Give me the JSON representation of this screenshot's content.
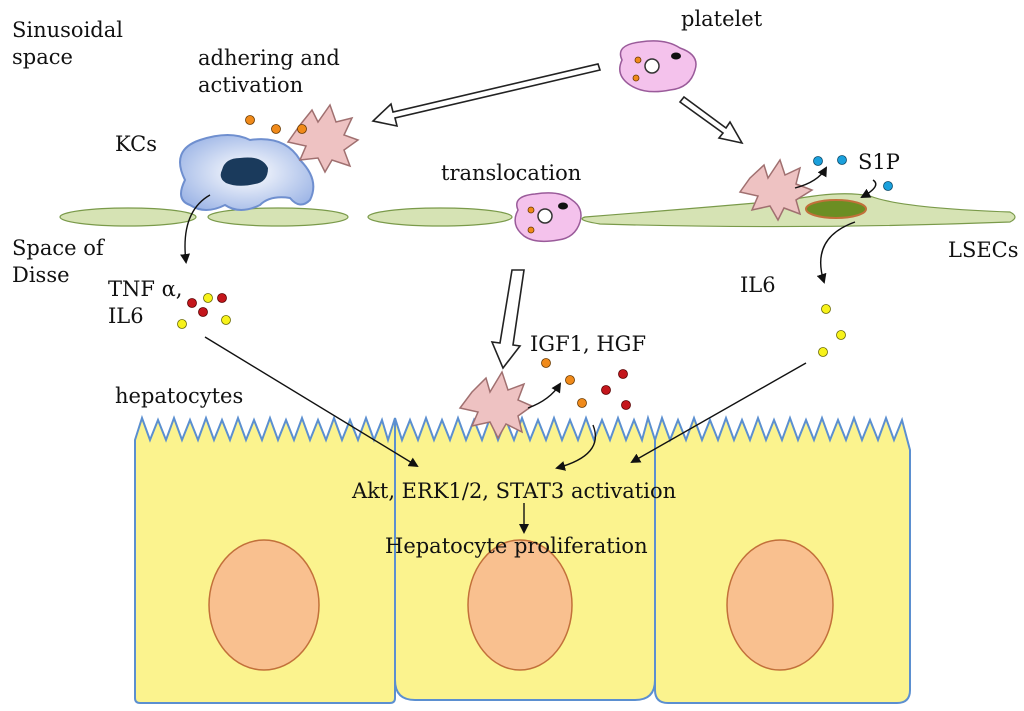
{
  "labels": {
    "sinusoidal_space": "Sinusoidal\nspace",
    "space_of_disse": "Space of\nDisse",
    "platelet": "platelet",
    "adhering_activation": "adhering and\nactivation",
    "kcs": "KCs",
    "translocation": "translocation",
    "s1p": "S1P",
    "lsecs": "LSECs",
    "tnf_il6": "TNF α,\nIL6",
    "il6": "IL6",
    "igf1_hgf": "IGF1, HGF",
    "hepatocytes": "hepatocytes",
    "activation": "Akt, ERK1/2, STAT3 activation",
    "proliferation": "Hepatocyte proliferation"
  },
  "colors": {
    "hepatocyte_fill": "#fbf38e",
    "hepatocyte_outline": "#5b8fd0",
    "nucleus_fill": "#f9c08f",
    "nucleus_outline": "#c2703a",
    "platelet_fill": "#f4c2ec",
    "activated_platelet_fill": "#eec2c2",
    "kupffer_fill": "#b8cbf0",
    "kupffer_nucleus": "#1a3a5c",
    "endothelium_fill": "#d6e3b4",
    "dot_orange": "#f08a1a",
    "dot_yellow": "#f7f21a",
    "dot_red": "#c4161c",
    "dot_blue": "#1aa0dc"
  }
}
